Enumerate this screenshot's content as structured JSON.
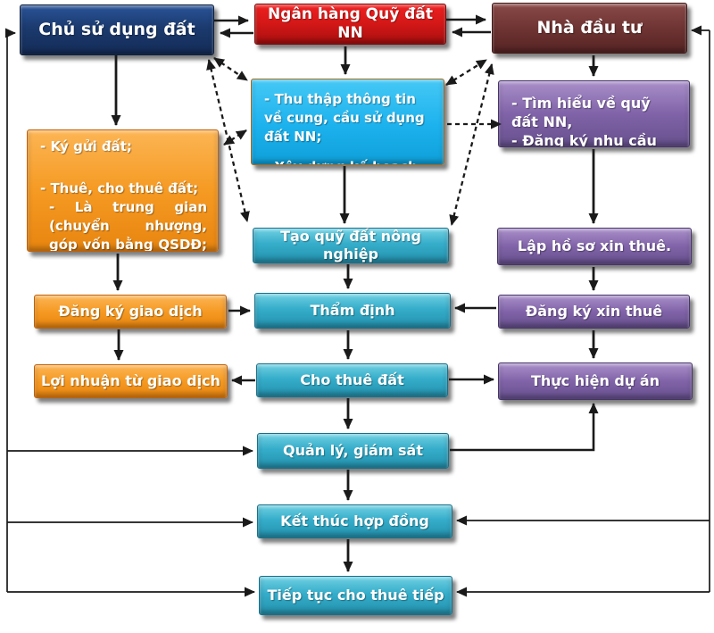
{
  "diagram": {
    "language": "vi",
    "nodes": {
      "land_user": {
        "label": "Chủ sử dụng đất"
      },
      "land_bank": {
        "label": "Ngân hàng Quỹ đất NN"
      },
      "investor": {
        "label": "Nhà đầu tư"
      },
      "owner_functions": {
        "lines": [
          "- Ký gửi đất;",
          "- Thuê, cho thuê đất;",
          "- Là trung gian (chuyển nhượng, góp vốn bằng QSDĐ; cho thuê quỹ đất"
        ]
      },
      "bank_tasks": {
        "lines": [
          "- Thu thập thông tin về cung, cầu sử dụng đất NN;",
          "- Xây dựng kế hoạch quản"
        ]
      },
      "investor_tasks": {
        "lines": [
          "- Tìm hiểu về quỹ đất NN,",
          "- Đăng ký nhu cầu thuê"
        ]
      },
      "create_fund": {
        "label": "Tạo quỹ đất nông nghiệp"
      },
      "prepare_dossier": {
        "label": "Lập hồ sơ xin thuê."
      },
      "register_deal": {
        "label": "Đăng ký giao dịch"
      },
      "appraisal": {
        "label": "Thẩm định"
      },
      "register_lease": {
        "label": "Đăng ký xin thuê"
      },
      "profit": {
        "label": "Lợi nhuận từ giao dịch"
      },
      "lease_land": {
        "label": "Cho thuê đất"
      },
      "implement_project": {
        "label": "Thực hiện dự án"
      },
      "manage_supervise": {
        "label": "Quản lý, giám sát"
      },
      "end_contract": {
        "label": "Kết thúc hợp đồng"
      },
      "continue_lease": {
        "label": "Tiếp tục cho thuê tiếp"
      }
    },
    "colors": {
      "navy": "#1B3A6E",
      "red": "#D31717",
      "maroon": "#6E3433",
      "bright_cyan": "#1CB2EE",
      "teal": "#35ADCA",
      "orange": "#F59A23",
      "purple": "#8063A8",
      "connector": "#1A1A1A",
      "text": "#FFFFFF"
    }
  }
}
